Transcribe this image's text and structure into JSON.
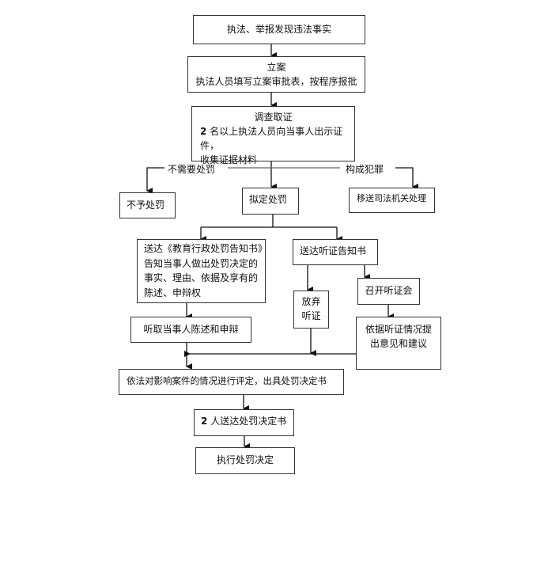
{
  "flowchart": {
    "start": "执法、举报发现违法事实",
    "filing": {
      "title": "立案",
      "desc": "执法人员填写立案审批表，按程序报批"
    },
    "investigation": {
      "title": "调查取证",
      "line1_num": "2",
      "line1": "名以上执法人员向当事人出示证件，",
      "line2": "收集证据材料"
    },
    "branch_left_label": "不需要处罚",
    "branch_right_label": "构成犯罪",
    "no_penalty": "不予处罚",
    "proposed_penalty": "拟定处罚",
    "transfer_judicial": "移送司法机关处理",
    "notice": {
      "line1": "送达《教育行政处罚告知书》",
      "line2": "告知当事人做出处罚决定的",
      "line3": "事实、理由、依据及享有的",
      "line4": "陈述、申辩权"
    },
    "hearing_notice": "送达听证告知书",
    "waive_hearing": {
      "line1": "放弃",
      "line2": "听证"
    },
    "hold_hearing": "召开听证会",
    "hearing_opinion": {
      "line1": "依据听证情况提",
      "line2": "出意见和建议"
    },
    "listen_statement": "听取当事人陈述和申辩",
    "decision": "依法对影响案件的情况进行评定，出具处罚决定书",
    "deliver_decision": {
      "num": "2",
      "text": "人送达处罚决定书"
    },
    "execute": "执行处罚决定"
  }
}
